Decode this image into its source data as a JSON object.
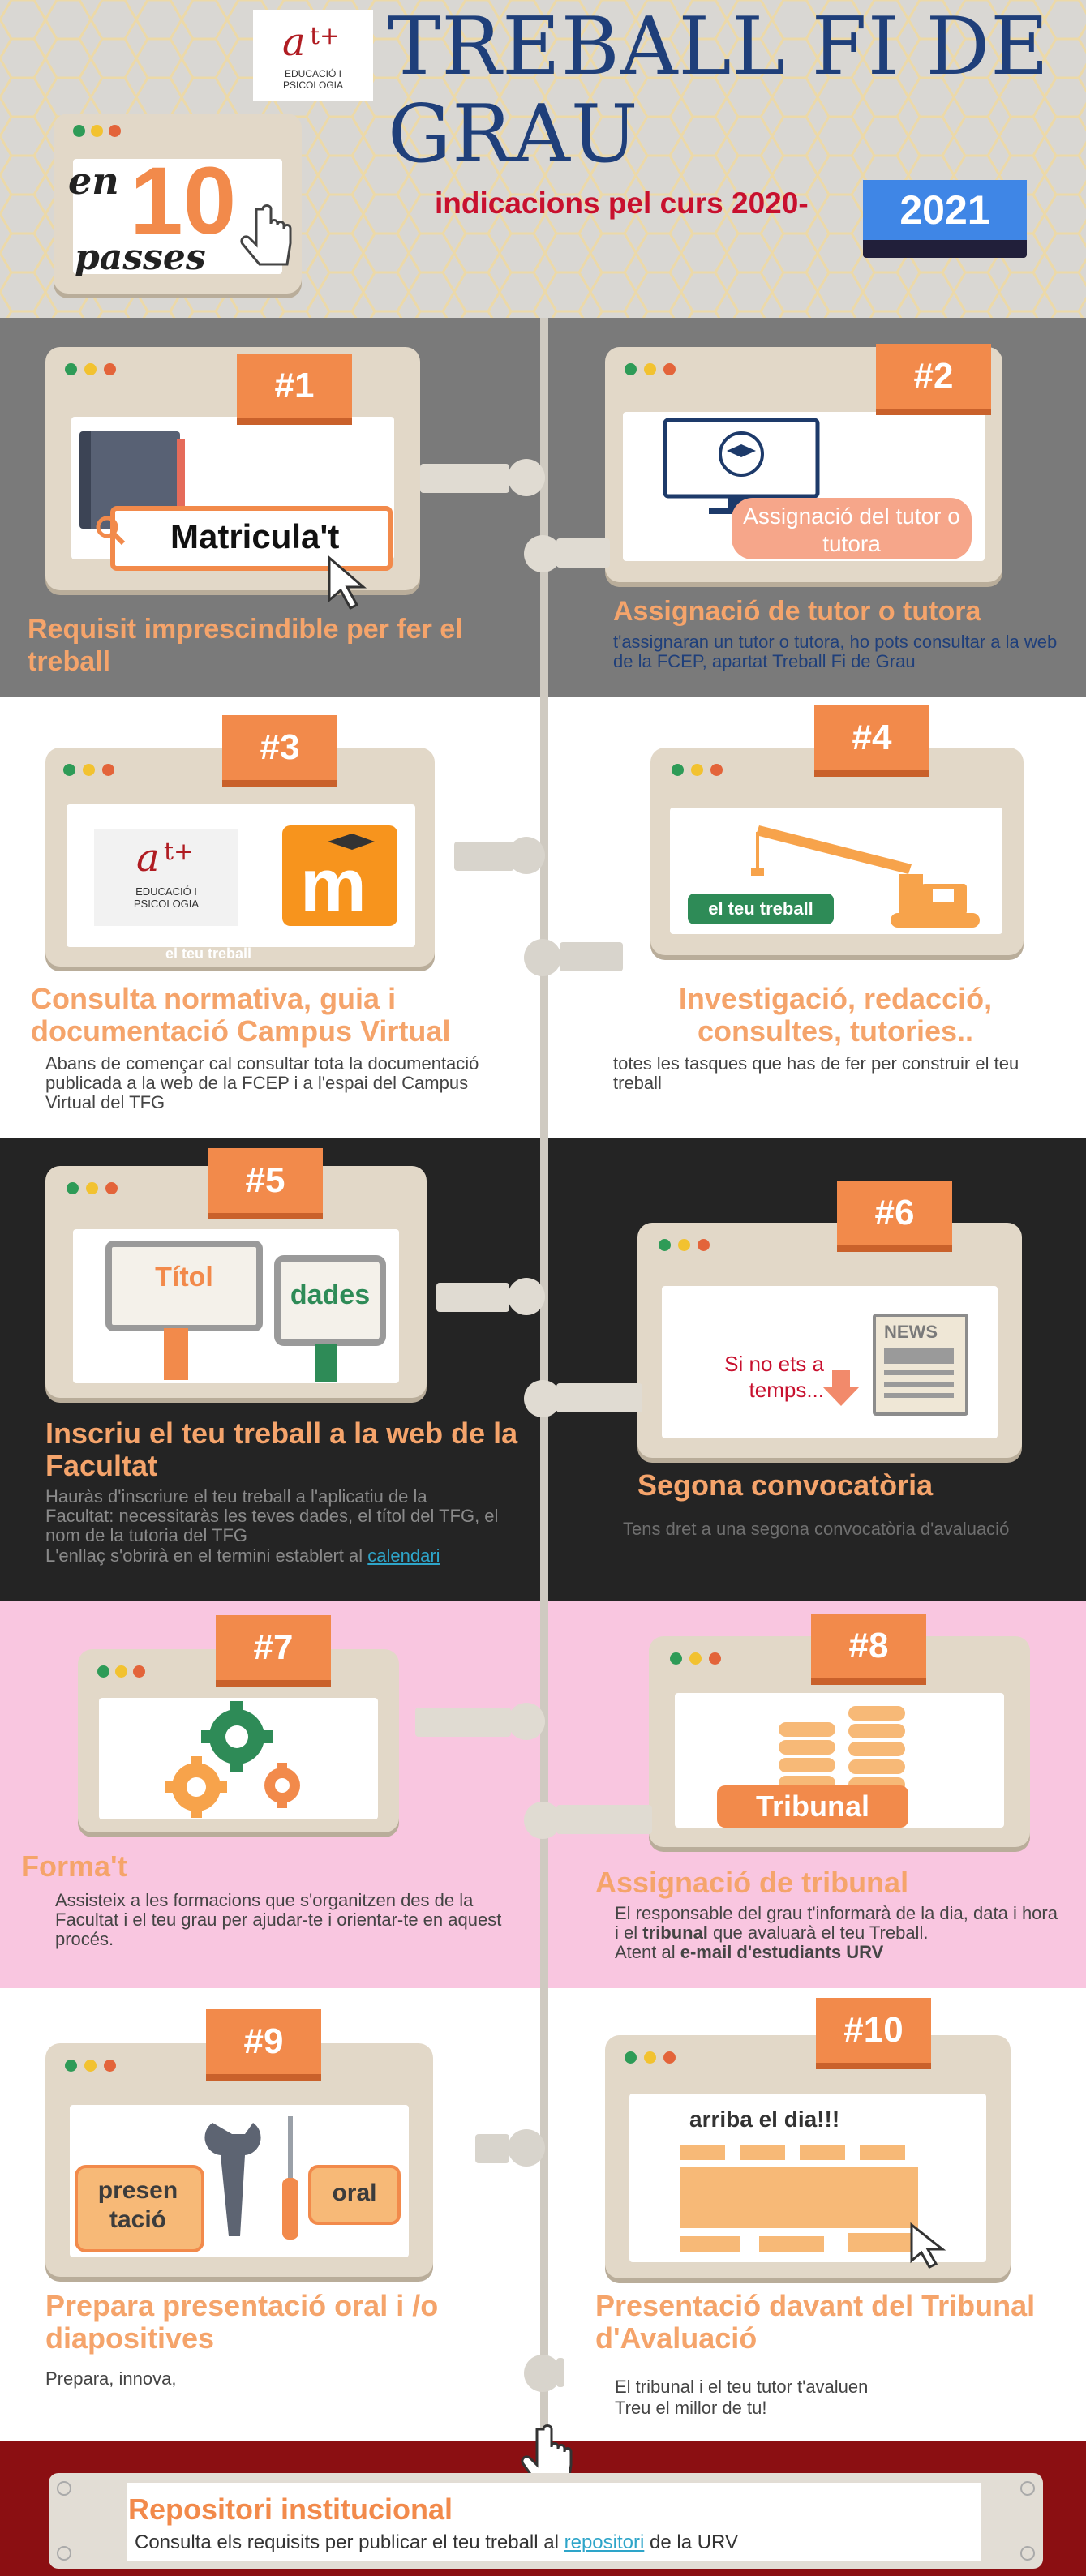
{
  "header": {
    "logo_text": "EDUCACIÓ I PSICOLOGIA",
    "title": "TREBALL FI DE GRAU",
    "subtitle": "indicacions pel curs 2020-",
    "year": "2021",
    "card_en": "en",
    "card_number": "10",
    "card_passes": "passes"
  },
  "steps": [
    {
      "num": "#1",
      "title": "Requisit imprescindible per fer el treball",
      "screen_text": "Matricula't"
    },
    {
      "num": "#2",
      "title": "Assignació de tutor o tutora",
      "desc": "t'assignaran un tutor o tutora, ho pots consultar a la web de la FCEP, apartat Treball Fi de Grau",
      "screen_text": "Assignació del tutor o tutora"
    },
    {
      "num": "#3",
      "title": "Consulta normativa, guia i documentació Campus Virtual",
      "desc": "Abans de començar cal consultar tota la documentació publicada a la web de la FCEP i a l'espai del Campus Virtual del TFG",
      "logo_text": "EDUCACIÓ I PSICOLOGIA",
      "ghost_text": "el teu treball"
    },
    {
      "num": "#4",
      "title": "Investigació, redacció, consultes, tutories..",
      "desc": "totes les tasques que has de fer per construir el teu treball",
      "screen_text": "el teu treball"
    },
    {
      "num": "#5",
      "title": "Inscriu el teu treball a la web de la Facultat",
      "desc": "Hauràs d'inscriure el teu treball a l'aplicatiu de la Facultat: necessitaràs les teves dades, el títol del TFG, el nom de la tutoria del TFG",
      "desc2": "L'enllaç s'obrirà en el termini establert al",
      "link": "calendari",
      "sign1": "Títol",
      "sign2": "dades"
    },
    {
      "num": "#6",
      "title": "Segona convocatòria",
      "desc": "Tens dret a una segona convocatòria d'avaluació",
      "screen_text": "Si no ets a temps...",
      "news": "NEWS"
    },
    {
      "num": "#7",
      "title": "Forma't",
      "desc": "Assisteix a les formacions que s'organitzen des de la Facultat i el teu grau per ajudar-te i orientar-te en aquest procés."
    },
    {
      "num": "#8",
      "title": "Assignació de tribunal",
      "desc": "El responsable del grau t'informarà de la dia, data i hora i el",
      "desc_bold": "tribunal",
      "desc_rest": "que avaluarà el teu Treball.",
      "desc_line3": "Atent al",
      "desc_line3_bold": "e-mail d'estudiants URV",
      "screen_text": "Tribunal"
    },
    {
      "num": "#9",
      "title": "Prepara presentació oral i /o diapositives",
      "desc": "Prepara, innova,",
      "tag1": "presen tació",
      "tag2": "oral"
    },
    {
      "num": "#10",
      "title": "Presentació davant del Tribunal d'Avaluació",
      "desc": "El tribunal i el teu tutor t'avaluen",
      "desc2": "Treu el millor de tu!",
      "screen_text": "arriba el dia!!!"
    }
  ],
  "footer": {
    "title": "Repositori institucional",
    "desc": "Consulta els requisits per publicar el teu treball al",
    "link": "repositori",
    "desc_end": "de la URV"
  },
  "colors": {
    "orange": "#f28a4b",
    "light_orange": "#f5a46b",
    "navy": "#1f3f7a",
    "red": "#c8102e",
    "gray_band": "#7a7a7a",
    "pink_band": "#f9c6e0",
    "dark_band": "#242424",
    "footer_band": "#8b0f12"
  }
}
